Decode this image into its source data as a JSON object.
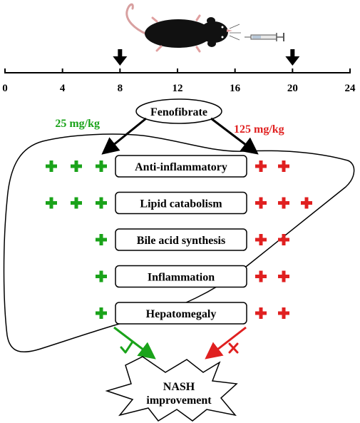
{
  "timeline": {
    "ticks": [
      "0",
      "4",
      "8",
      "12",
      "16",
      "20",
      "24"
    ],
    "arrow_weeks": [
      8,
      20
    ]
  },
  "treatment": {
    "label": "Fenofibrate"
  },
  "doses": {
    "low": {
      "label": "25 mg/kg",
      "color": "#1aa31a"
    },
    "high": {
      "label": "125 mg/kg",
      "color": "#e02020"
    }
  },
  "effects": [
    {
      "label": "Anti-inflammatory",
      "low_plus": 3,
      "high_plus": 2
    },
    {
      "label": "Lipid catabolism",
      "low_plus": 3,
      "high_plus": 3
    },
    {
      "label": "Bile acid synthesis",
      "low_plus": 1,
      "high_plus": 2
    },
    {
      "label": "Inflammation",
      "low_plus": 1,
      "high_plus": 2
    },
    {
      "label": "Hepatomegaly",
      "low_plus": 1,
      "high_plus": 2
    }
  ],
  "outcome": {
    "line1": "NASH",
    "line2": "improvement",
    "low_mark": "check",
    "high_mark": "cross"
  },
  "icons": [
    "mouse-icon",
    "syringe-icon"
  ]
}
